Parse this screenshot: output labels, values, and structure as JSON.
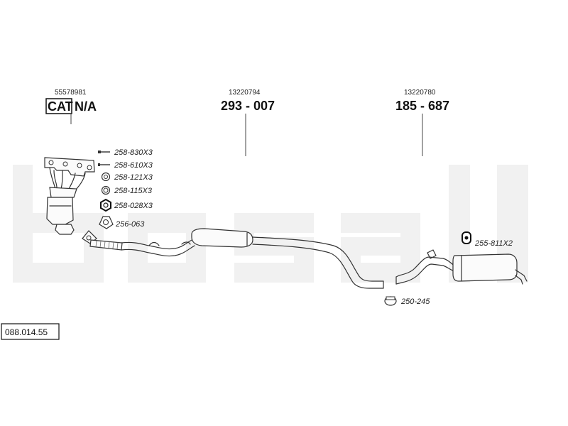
{
  "assembly_code": "088.014.55",
  "watermark": "bosal",
  "callouts": {
    "catalyst": {
      "oem_number": "55578981",
      "cat_label": "CAT",
      "part_number": "N/A"
    },
    "middle": {
      "oem_number": "13220794",
      "part_number": "293 - 007"
    },
    "rear": {
      "oem_number": "13220780",
      "part_number": "185 - 687"
    }
  },
  "fittings": [
    {
      "code": "258-830X3",
      "icon": "bolt-icon"
    },
    {
      "code": "258-610X3",
      "icon": "stud-icon"
    },
    {
      "code": "258-121X3",
      "icon": "ring-icon"
    },
    {
      "code": "258-115X3",
      "icon": "ring-icon"
    },
    {
      "code": "258-028X3",
      "icon": "nut-icon"
    },
    {
      "code": "256-063",
      "icon": "gasket-icon"
    },
    {
      "code": "255-811X2",
      "icon": "rubber-hanger-icon"
    },
    {
      "code": "250-245",
      "icon": "clamp-icon"
    }
  ]
}
